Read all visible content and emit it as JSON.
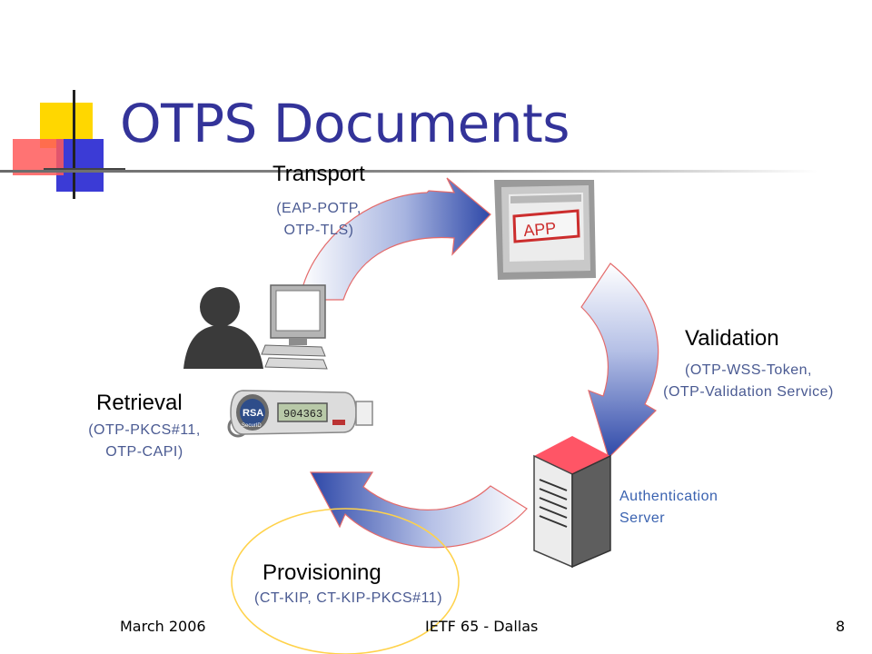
{
  "slide": {
    "title": "OTPS Documents",
    "accent_color": "#333399",
    "subtitle_color": "#4a5a92"
  },
  "cycle": {
    "transport": {
      "label": "Transport",
      "line1": "(EAP-POTP,",
      "line2": "OTP-TLS)"
    },
    "validation": {
      "label": "Validation",
      "line1": "(OTP-WSS-Token,",
      "line2": "(OTP-Validation Service)"
    },
    "retrieval": {
      "label": "Retrieval",
      "line1": "(OTP-PKCS#11,",
      "line2": "OTP-CAPI)"
    },
    "provisioning": {
      "label": "Provisioning",
      "line1": "(CT-KIP, CT-KIP-PKCS#11)"
    },
    "server": {
      "line1": "Authentication",
      "line2": "Server"
    },
    "app_badge": "APP",
    "token_brand": "RSA",
    "token_product": "SecurID",
    "token_display": "904363"
  },
  "footer": {
    "date": "March 2006",
    "event": "IETF 65 - Dallas",
    "page": "8"
  }
}
